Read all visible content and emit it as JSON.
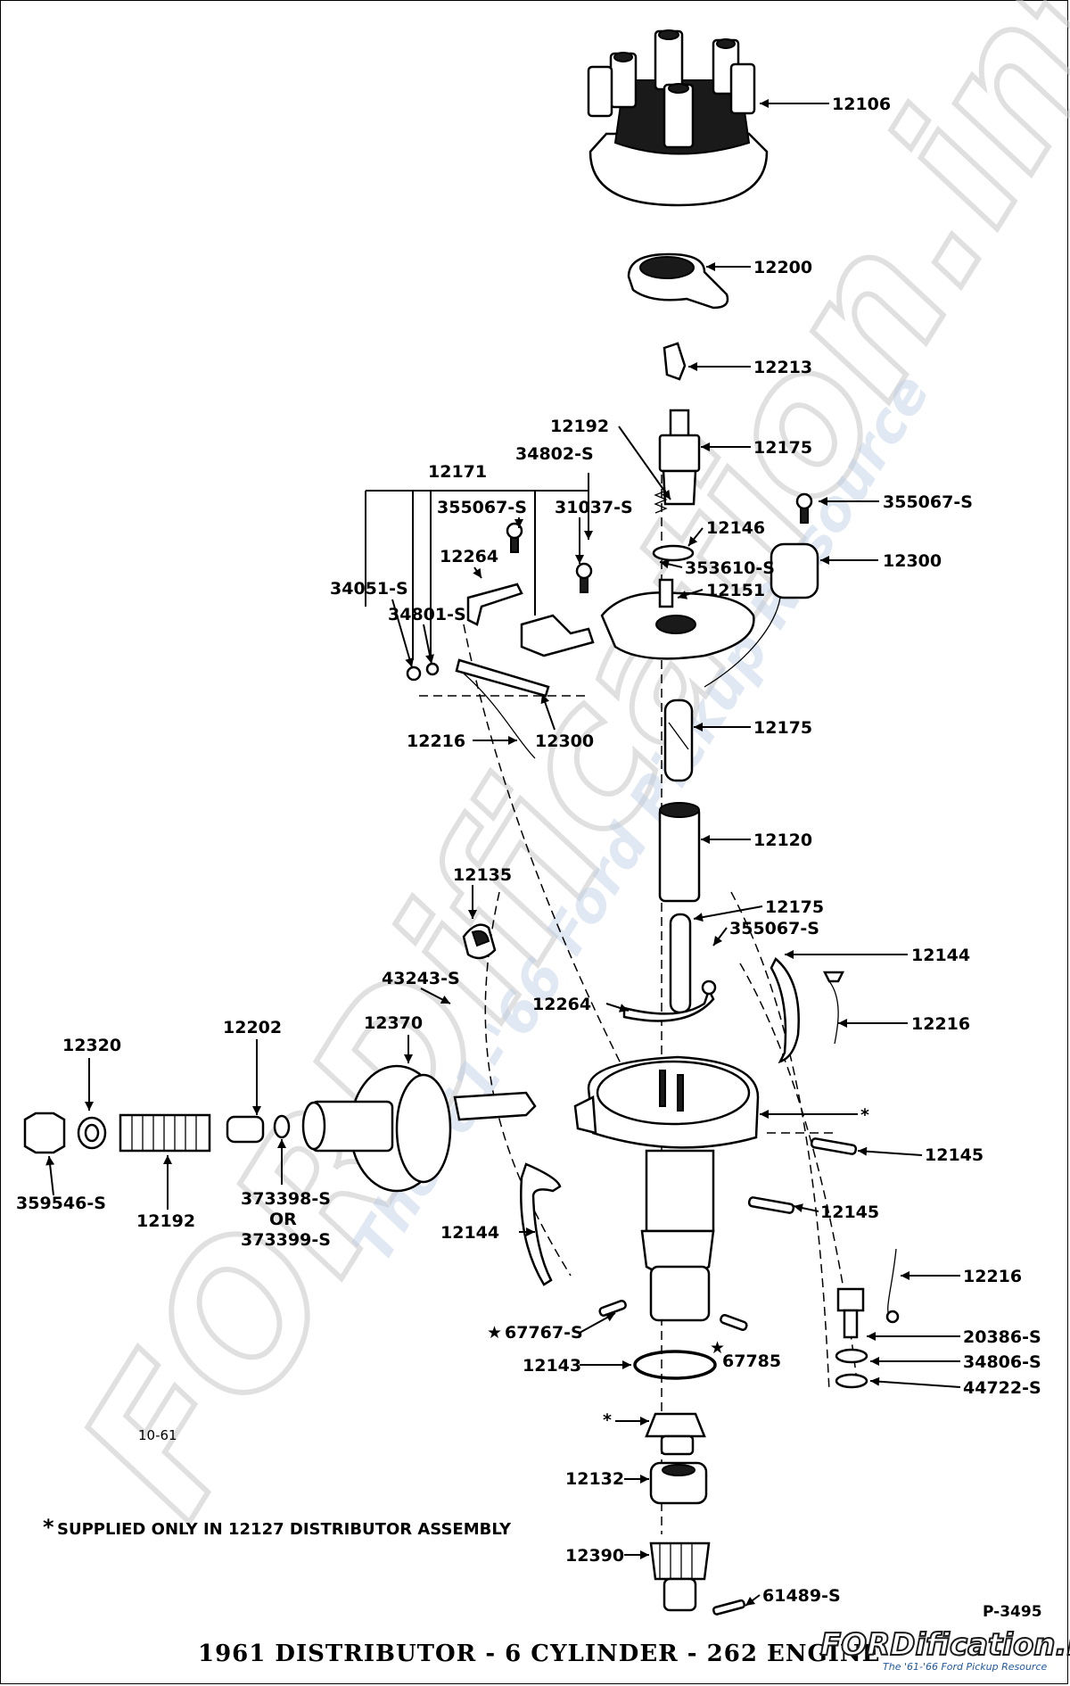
{
  "title": "1961 DISTRIBUTOR - 6 CYLINDER - 262 ENGINE",
  "footnote": "SUPPLIED ONLY IN 12127 DISTRIBUTOR ASSEMBLY",
  "footnote_mark": "*",
  "date_code": "10-61",
  "plate_number": "P-3495",
  "watermark": {
    "main": "FORDification.info",
    "sub": "The '61-'66 Ford Pickup Resource"
  },
  "logo": {
    "name": "FORDification.info",
    "tagline": "The '61-'66 Ford Pickup Resource"
  },
  "callouts": {
    "cap": "12106",
    "rotor": "12200",
    "clip": "12213",
    "lower_spring": "12192",
    "shaft_top": "12175",
    "screw_cap": "355067-S",
    "points_group": "12171",
    "screw_points": "355067-S",
    "screw_plate": "34802-S",
    "screw_31037": "31037-S",
    "retainer": "12146",
    "clip_353610": "353610-S",
    "condenser": "12300",
    "breaker_plate": "12151",
    "lead": "12264",
    "nut_34051": "34051-S",
    "washer_34801": "34801-S",
    "pigtail_lead": "12216",
    "pigtail_condenser": "12300",
    "shaft_mid": "12175",
    "cam": "12120",
    "oiler": "12135",
    "shaft_low": "12175",
    "screw_low": "355067-S",
    "clip_right": "12144",
    "ground_wire": "12216",
    "screw_43243": "43243-S",
    "ground_strap": "12264",
    "vac_adv": "12370",
    "spring_seat": "12202",
    "washer_12320": "12320",
    "plug": "359546-S",
    "vac_spring": "12192",
    "shim_a": "373398-S",
    "shim_or": "OR",
    "shim_b": "373399-S",
    "housing_star": "*",
    "pin_upper": "12145",
    "pin_lower": "12145",
    "clip_left": "12144",
    "ground_lead": "12216",
    "bolt": "20386-S",
    "pin_67767": "67767-S",
    "pin_67767_star": "★",
    "pin_67785": "67785",
    "pin_67785_star": "★",
    "o_ring": "12143",
    "lock_washer": "34806-S",
    "flat_washer": "44722-S",
    "collar_star": "*",
    "collar": "12132",
    "gear": "12390",
    "gear_pin": "61489-S"
  }
}
